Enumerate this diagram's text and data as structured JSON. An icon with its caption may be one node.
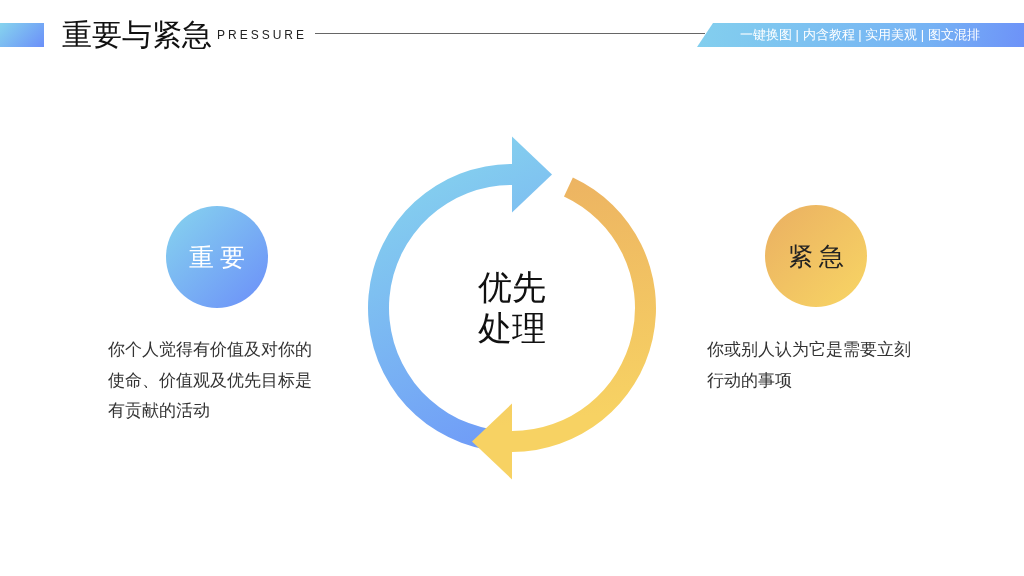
{
  "diagram": {
    "title": "重要与紧急",
    "nodes": [
      {
        "text": [
          "重 要"
        ],
        "beside": [
          "你个人觉得有价值及对你的使命、价值观及优先目标是有贡献的活动"
        ]
      },
      {
        "text": [
          "优先处理"
        ]
      },
      {
        "text": [
          "紧 急"
        ],
        "beside": [
          "你或别人认为它是需要立刻行动的事项"
        ]
      }
    ],
    "labels": [
      "PRESSURE",
      "一键换图 | 内含教程 | 实用美观 | 图文混排"
    ]
  }
}
